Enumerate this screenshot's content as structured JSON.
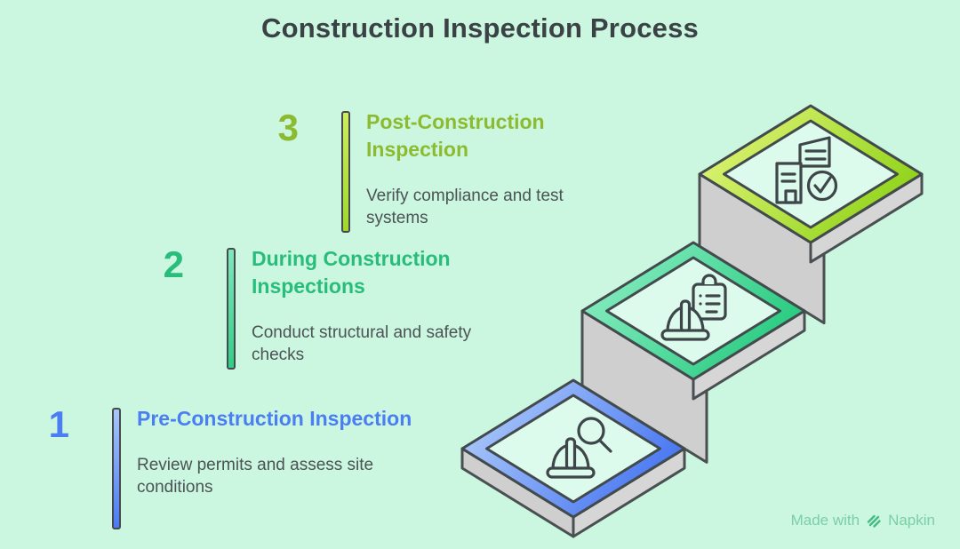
{
  "page": {
    "title": "Construction Inspection Process",
    "background_color": "#cbf6e0",
    "title_color": "#3b4245"
  },
  "steps": [
    {
      "number": "1",
      "title": "Pre-Construction Inspection",
      "description": "Review permits and assess site conditions",
      "accent_color": "#4a7ef2",
      "bar_gradient": [
        "#a9c5f9",
        "#4c7af3"
      ],
      "icon": "hard-hat-magnifier-icon"
    },
    {
      "number": "2",
      "title": "During Construction Inspections",
      "description": "Conduct structural and safety checks",
      "accent_color": "#28bd7b",
      "bar_gradient": [
        "#7fe8bb",
        "#2fcf86"
      ],
      "icon": "hard-hat-clipboard-icon"
    },
    {
      "number": "3",
      "title": "Post-Construction Inspection",
      "description": "Verify compliance and test systems",
      "accent_color": "#8cbb31",
      "bar_gradient": [
        "#cdec5e",
        "#9fd82b"
      ],
      "icon": "building-check-icon"
    }
  ],
  "illustration": {
    "type": "isometric-staircase",
    "platform_fill": "#ddfbec",
    "wall_color": "#cfcfcf",
    "slab_color": "#d6d6d6",
    "outline_color": "#4a4f52",
    "frames": [
      {
        "level": 1,
        "color_light": "#a6c4f9",
        "color_dark": "#4b79f2"
      },
      {
        "level": 2,
        "color_light": "#82eabd",
        "color_dark": "#2bcc82"
      },
      {
        "level": 3,
        "color_light": "#d9f16e",
        "color_dark": "#92d41d"
      }
    ]
  },
  "watermark": {
    "made_with": "Made with",
    "brand": "Napkin",
    "text_color": "#7bcfa5",
    "logo": "napkin-zigzag-icon"
  }
}
